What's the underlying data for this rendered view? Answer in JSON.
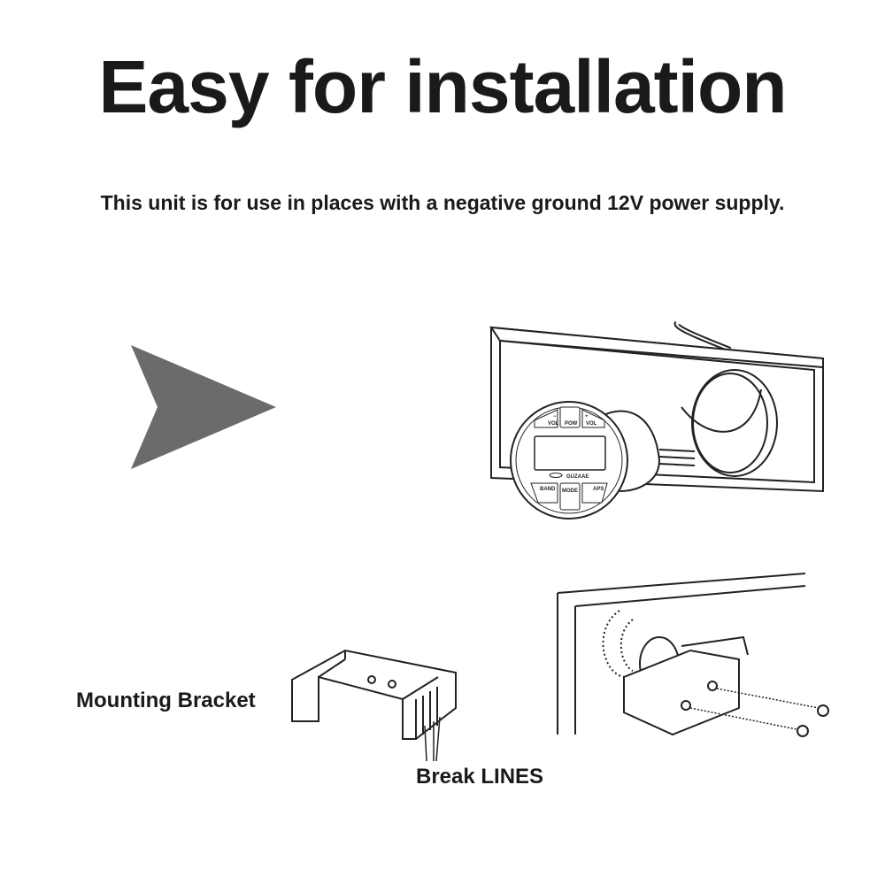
{
  "title": "Easy for installation",
  "subtitle": "This unit is for use in places with a negative ground 12V power supply.",
  "labels": {
    "bracket": "Mounting Bracket",
    "break_lines": "Break LINES"
  },
  "device": {
    "brand": "GUZAAE",
    "buttons": [
      "VOL",
      "POW",
      "VOL",
      "BAND",
      "MODE",
      "APS"
    ],
    "vol_minus": "−",
    "vol_plus": "+"
  },
  "colors": {
    "arrow": "#6b6b6b"
  }
}
